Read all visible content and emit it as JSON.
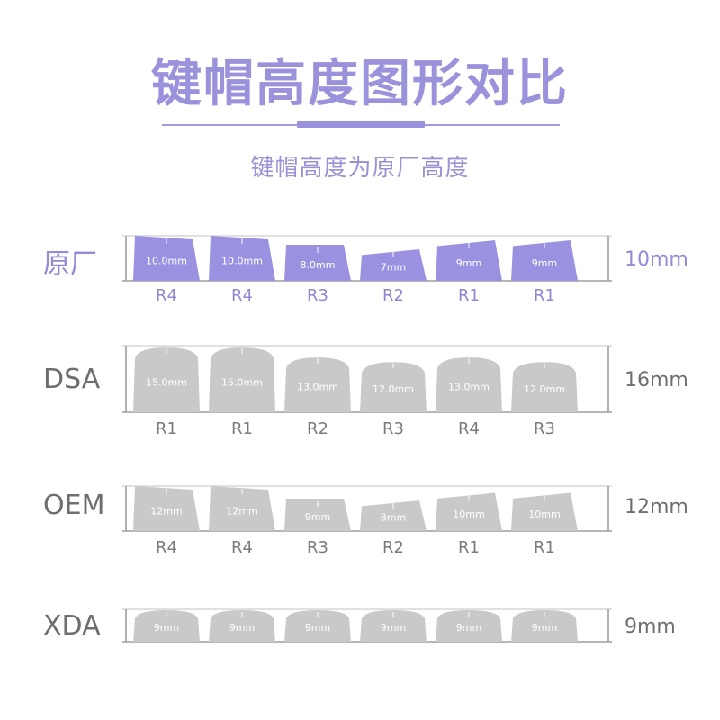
{
  "header": {
    "title": "键帽高度图形对比",
    "subtitle": "键帽高度为原厂高度"
  },
  "colors": {
    "accent": "#9a92e0",
    "key_gray": "#c9c9c9",
    "line_gray": "#9e9e9e",
    "text_gray": "#6e6e6e"
  },
  "profiles": [
    {
      "name": "原厂",
      "height": "10mm",
      "accent": true,
      "shape": "flat",
      "keys": [
        {
          "row": "R4",
          "height": "10.0mm",
          "level": 1.0,
          "tilt": "back"
        },
        {
          "row": "R4",
          "height": "10.0mm",
          "level": 1.0,
          "tilt": "back"
        },
        {
          "row": "R3",
          "height": "8.0mm",
          "level": 0.8,
          "tilt": "flat"
        },
        {
          "row": "R2",
          "height": "7mm",
          "level": 0.7,
          "tilt": "front"
        },
        {
          "row": "R1",
          "height": "9mm",
          "level": 0.9,
          "tilt": "front"
        },
        {
          "row": "R1",
          "height": "9mm",
          "level": 0.9,
          "tilt": "front"
        }
      ]
    },
    {
      "name": "DSA",
      "height": "16mm",
      "accent": false,
      "shape": "dome",
      "keys": [
        {
          "row": "R1",
          "height": "15.0mm",
          "level": 1.0
        },
        {
          "row": "R1",
          "height": "15.0mm",
          "level": 1.0
        },
        {
          "row": "R2",
          "height": "13.0mm",
          "level": 0.85
        },
        {
          "row": "R3",
          "height": "12.0mm",
          "level": 0.78
        },
        {
          "row": "R4",
          "height": "13.0mm",
          "level": 0.85
        },
        {
          "row": "R3",
          "height": "12.0mm",
          "level": 0.78
        }
      ]
    },
    {
      "name": "OEM",
      "height": "12mm",
      "accent": false,
      "shape": "flat",
      "keys": [
        {
          "row": "R4",
          "height": "12mm",
          "level": 1.0,
          "tilt": "back"
        },
        {
          "row": "R4",
          "height": "12mm",
          "level": 1.0,
          "tilt": "back"
        },
        {
          "row": "R3",
          "height": "9mm",
          "level": 0.72,
          "tilt": "flat"
        },
        {
          "row": "R2",
          "height": "8mm",
          "level": 0.68,
          "tilt": "front"
        },
        {
          "row": "R1",
          "height": "10mm",
          "level": 0.85,
          "tilt": "front"
        },
        {
          "row": "R1",
          "height": "10mm",
          "level": 0.85,
          "tilt": "front"
        }
      ]
    },
    {
      "name": "XDA",
      "height": "9mm",
      "accent": false,
      "shape": "dome-low",
      "keys": [
        {
          "row": "",
          "height": "9mm",
          "level": 1.0
        },
        {
          "row": "",
          "height": "9mm",
          "level": 1.0
        },
        {
          "row": "",
          "height": "9mm",
          "level": 1.0
        },
        {
          "row": "",
          "height": "9mm",
          "level": 1.0
        },
        {
          "row": "",
          "height": "9mm",
          "level": 1.0
        },
        {
          "row": "",
          "height": "9mm",
          "level": 1.0
        }
      ]
    }
  ]
}
